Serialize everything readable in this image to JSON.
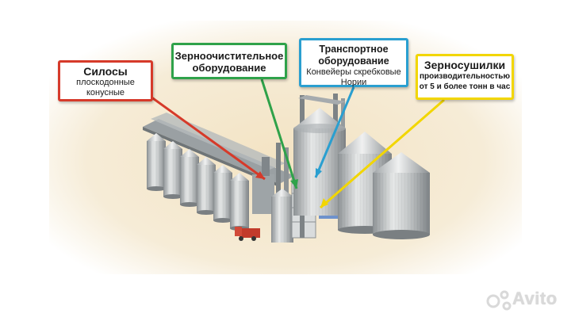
{
  "callouts": {
    "silos": {
      "title": "Силосы",
      "line1": "плоскодонные",
      "line2": "конусные",
      "color": "#d63a2a"
    },
    "cleaning": {
      "title1": "Зерноочистительное",
      "title2": "оборудование",
      "color": "#2fa24a"
    },
    "transport": {
      "title1": "Транспортное",
      "title2": "оборудование",
      "line1": "Конвейеры скребковые",
      "line2": "Нории",
      "color": "#2a9fd0"
    },
    "dryers": {
      "title": "Зерносушилки",
      "line1": "производительностью",
      "line2": "от 5 и более тонн в час",
      "color": "#f2d600"
    }
  },
  "watermark": {
    "text": "Avito"
  }
}
